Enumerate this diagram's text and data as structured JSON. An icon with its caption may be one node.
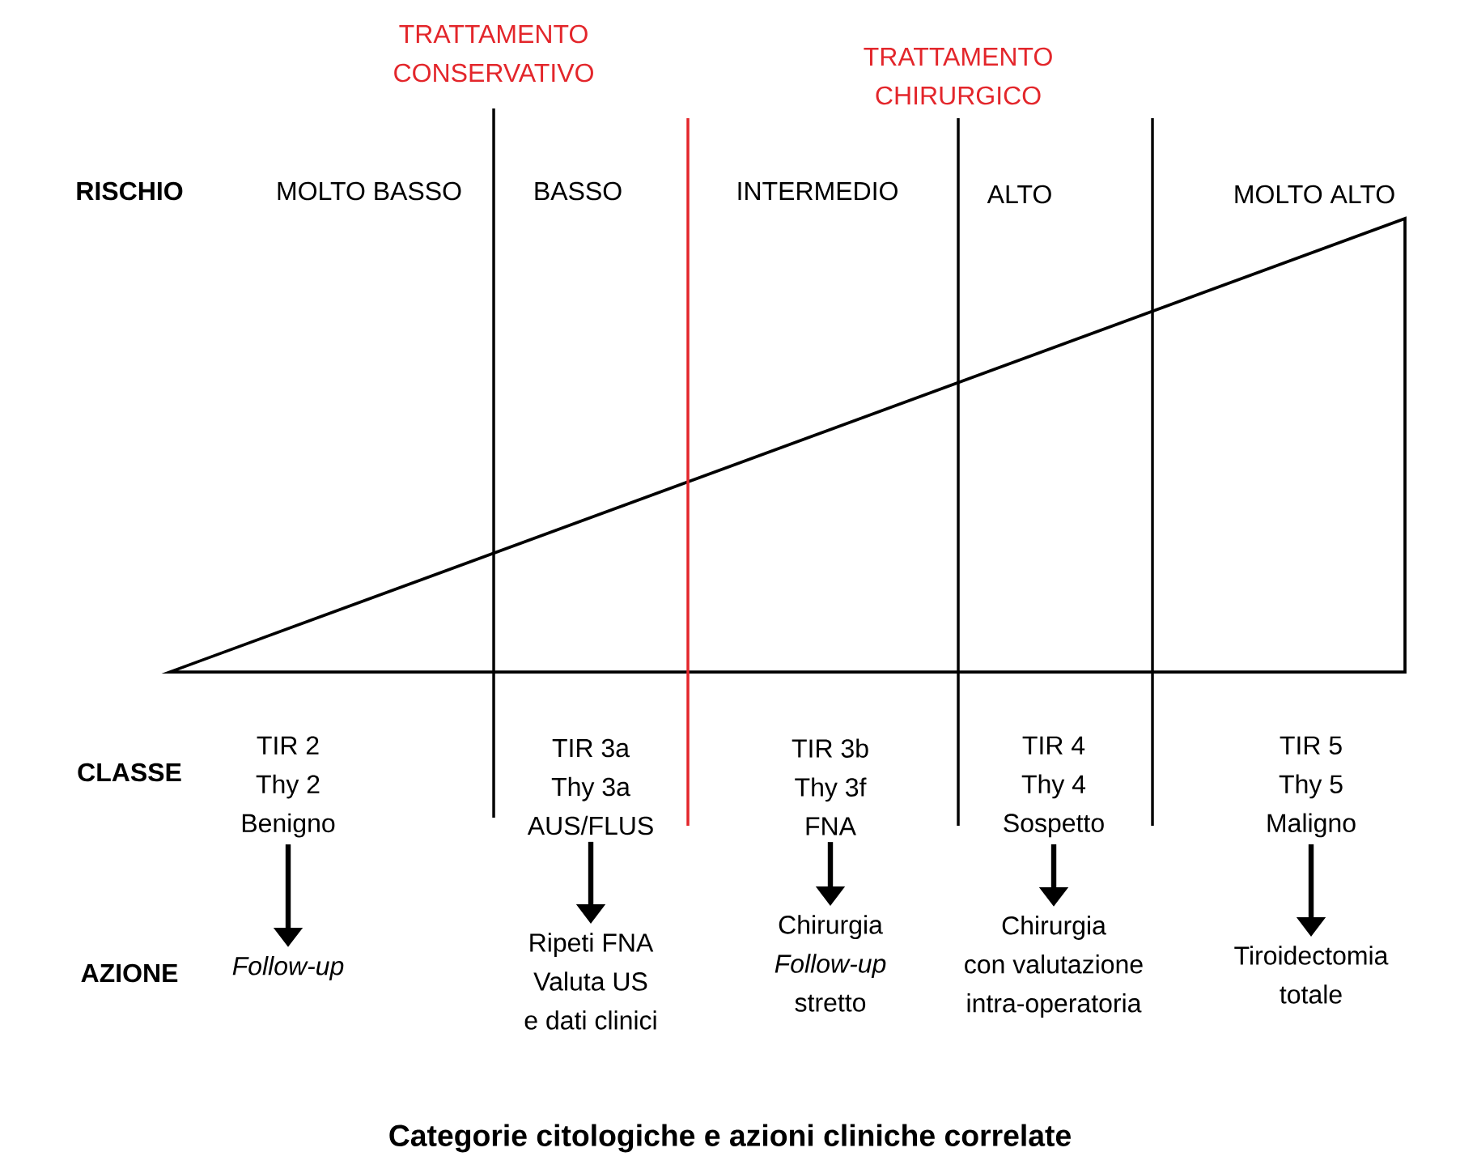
{
  "diagram": {
    "caption": "Categorie citologiche e azioni cliniche correlate",
    "nodes": [
      {
        "text": [
          "TIR 2",
          "Thy 2",
          "Benigno"
        ]
      },
      {
        "text": [
          "TIR 3a",
          "Thy 3a",
          "AUS/FLUS"
        ]
      },
      {
        "text": [
          "TIR 3b",
          "Thy 3f",
          "FNA"
        ]
      },
      {
        "text": [
          "TIR 4",
          "Thy 4",
          "Sospetto"
        ]
      },
      {
        "text": [
          "TIR 5",
          "Thy 5",
          "Maligno"
        ]
      },
      {
        "text": [
          "*Follow-up*"
        ]
      },
      {
        "text": [
          "Ripeti FNA",
          "Valuta US",
          "e dati clinici"
        ]
      },
      {
        "text": [
          "Chirurgia",
          "*Follow-up*",
          "stretto"
        ]
      },
      {
        "text": [
          "Chirurgia",
          "con valutazione",
          "intra-operatoria"
        ]
      },
      {
        "text": [
          "Tiroidectomia",
          "totale"
        ]
      }
    ],
    "edges": [
      {
        "from": 0,
        "to": 5,
        "arrow": "to"
      },
      {
        "from": 1,
        "to": 6,
        "arrow": "to"
      },
      {
        "from": 2,
        "to": 7,
        "arrow": "to"
      },
      {
        "from": 3,
        "to": 8,
        "arrow": "to"
      },
      {
        "from": 4,
        "to": 9,
        "arrow": "to"
      }
    ],
    "labels": [
      "TRATTAMENTO CONSERVATIVO",
      "TRATTAMENTO CHIRURGICO",
      "RISCHIO",
      "MOLTO BASSO",
      "BASSO",
      "INTERMEDIO",
      "ALTO",
      "MOLTO ALTO",
      "CLASSE",
      "AZIONE"
    ]
  }
}
